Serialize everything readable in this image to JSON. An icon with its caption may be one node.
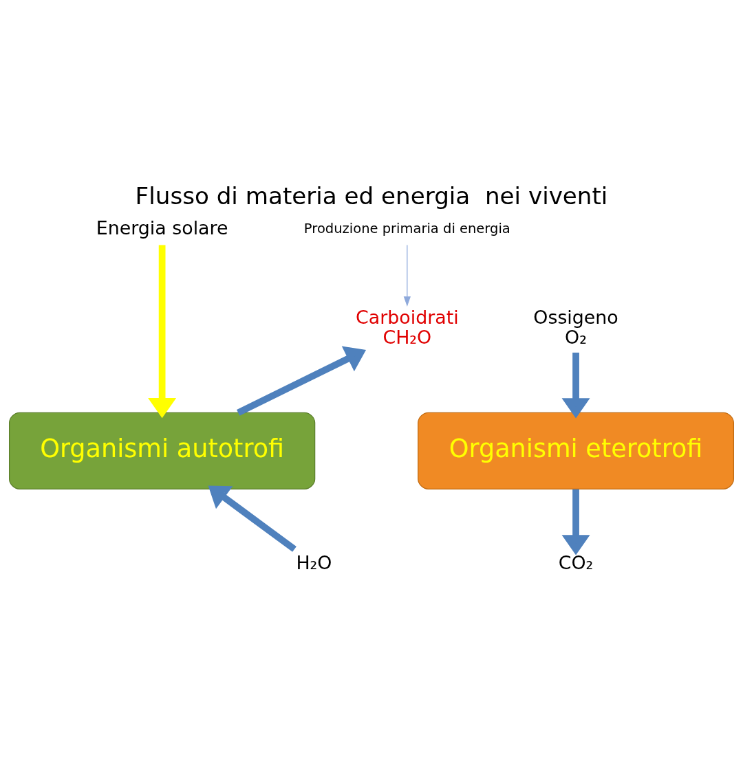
{
  "diagram": {
    "title": "Flusso di materia ed energia  nei viventi",
    "nodes": [
      {
        "text": [
          "Energia solare"
        ]
      },
      {
        "text": [
          "Organismi autotrofi"
        ]
      },
      {
        "text": [
          "Carboidrati",
          "CH₂O"
        ]
      },
      {
        "text": [
          "Ossigeno",
          "O₂"
        ]
      },
      {
        "text": [
          "Organismi eterotrofi"
        ]
      },
      {
        "text": [
          "CO₂"
        ]
      },
      {
        "text": [
          "H₂O"
        ]
      },
      {
        "text": [
          "Produzione primaria di energia"
        ]
      }
    ],
    "edges": [
      {
        "from": 0,
        "to": 1,
        "arrow": "to",
        "color": "#ffff00"
      },
      {
        "from": 1,
        "to": 2,
        "arrow": "to"
      },
      {
        "from": 3,
        "to": 4,
        "arrow": "to"
      },
      {
        "from": 4,
        "to": 5,
        "arrow": "to"
      },
      {
        "from": 6,
        "to": 1,
        "arrow": "to"
      },
      {
        "from": 7,
        "to": 2,
        "arrow": "to",
        "color": "#8ea9db"
      }
    ]
  }
}
